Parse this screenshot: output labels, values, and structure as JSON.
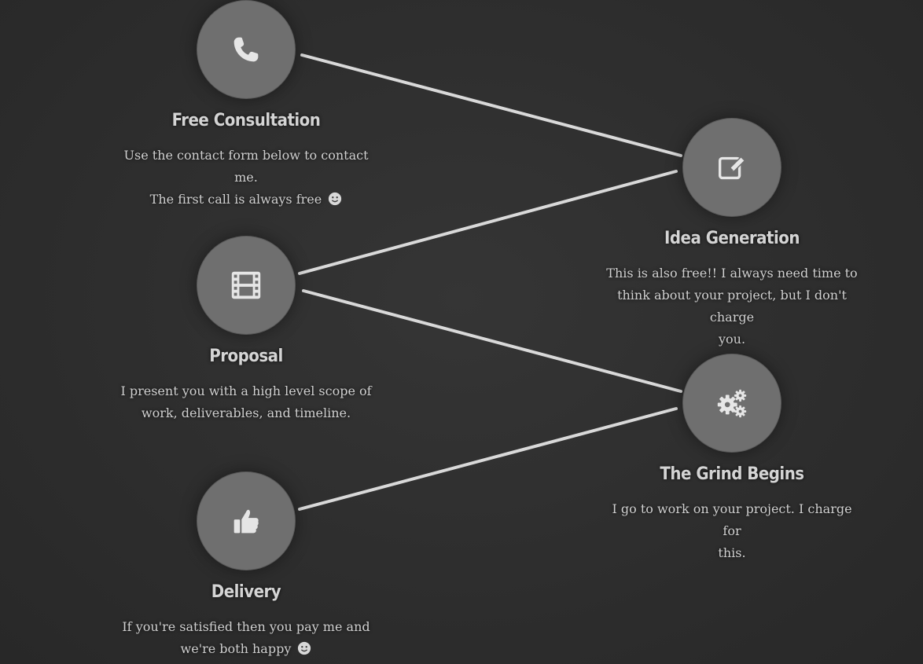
{
  "steps": [
    {
      "title": "Free Consultation",
      "icon": "phone-icon",
      "line1": "Use the contact form below to contact me.",
      "line2": "The first call is always free",
      "smiley": true
    },
    {
      "title": "Idea Generation",
      "icon": "edit-icon",
      "line1": "This is also free!! I always need time to",
      "line2": "think about your project, but I don't charge",
      "line3": "you.",
      "smiley": false
    },
    {
      "title": "Proposal",
      "icon": "film-icon",
      "line1": "I present you with a high level scope of",
      "line2": "work, deliverables, and timeline.",
      "smiley": false
    },
    {
      "title": "The Grind Begins",
      "icon": "gears-icon",
      "line1": "I go to work on your project. I charge for",
      "line2": "this.",
      "smiley": false
    },
    {
      "title": "Delivery",
      "icon": "thumbs-up-icon",
      "line1": "If you're satisfied then you pay me and",
      "line2": "we're both happy",
      "smiley": true
    }
  ],
  "colors": {
    "background": "#2e2e2e",
    "circle": "#6f6f6f",
    "connector": "#d9d9d9",
    "text": "#d4d4d4"
  }
}
